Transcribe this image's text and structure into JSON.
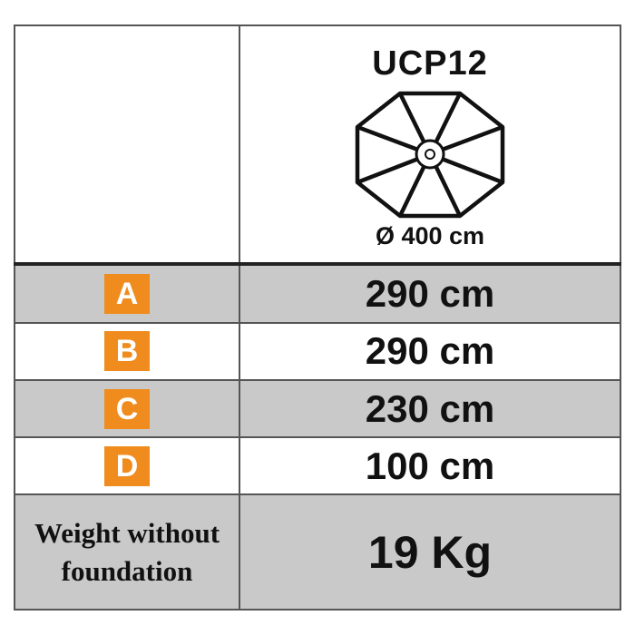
{
  "model": {
    "name": "UCP12",
    "diameter": "Ø 400 cm",
    "icon": "octagonal-umbrella-canopy-icon"
  },
  "dimensions": [
    {
      "letter": "A",
      "value": "290 cm"
    },
    {
      "letter": "B",
      "value": "290 cm"
    },
    {
      "letter": "C",
      "value": "230 cm"
    },
    {
      "letter": "D",
      "value": "100 cm"
    }
  ],
  "weight": {
    "label_line1": "Weight without",
    "label_line2": "foundation",
    "value": "19 Kg"
  },
  "colors": {
    "badge": "#f08c1e",
    "shaded_row": "#c9c9c9",
    "border": "#555555"
  }
}
